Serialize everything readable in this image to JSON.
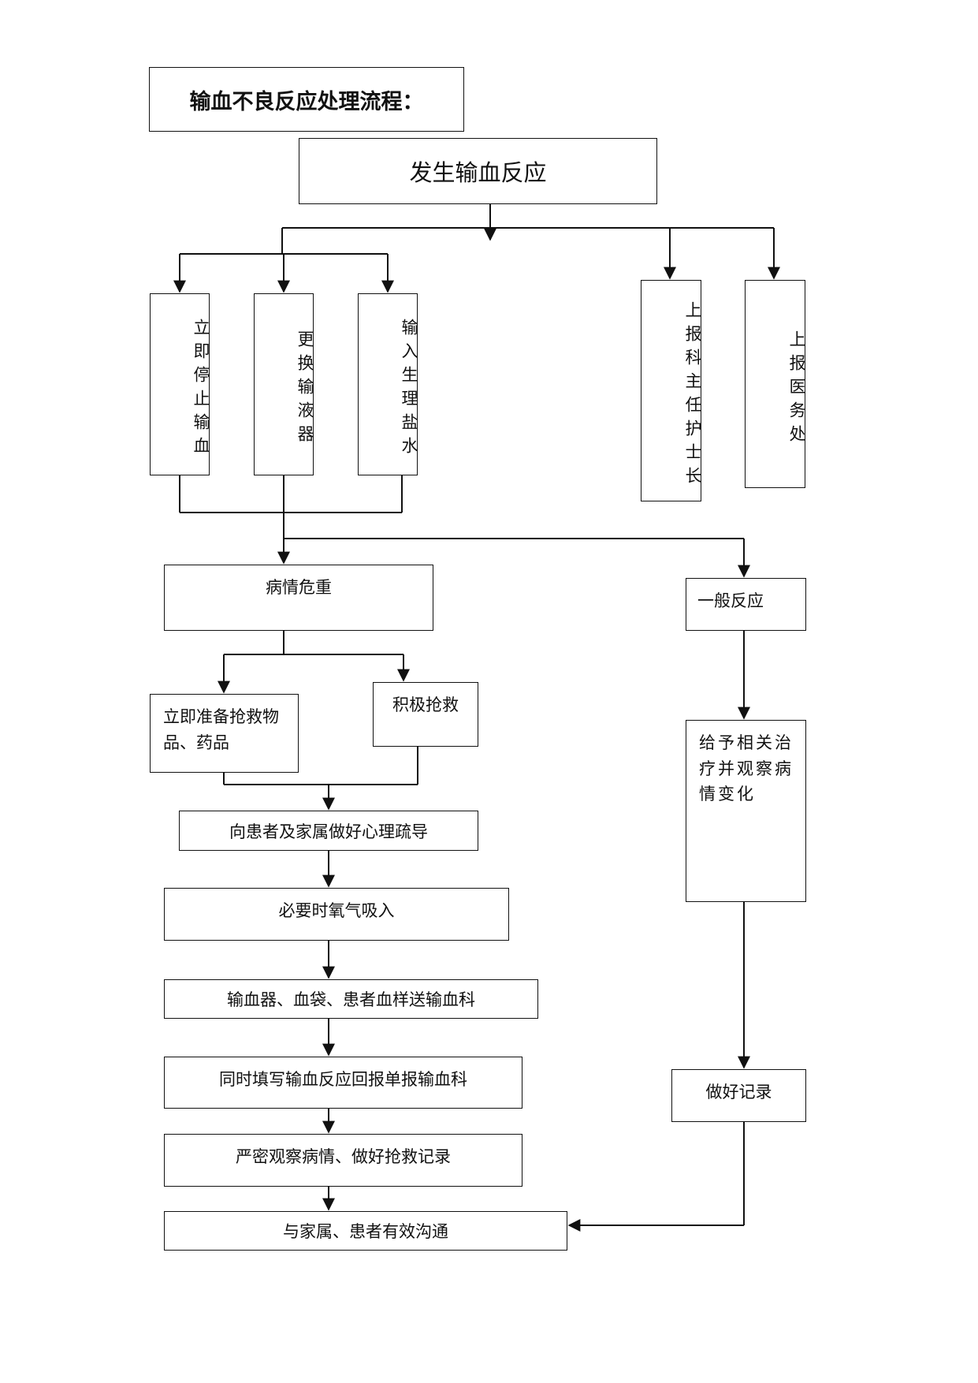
{
  "title": "输血不良反应处理流程：",
  "start": "发生输血反应",
  "immediate_actions": [
    "立即停止输血",
    "更换输液器",
    "输入生理盐水"
  ],
  "reports": [
    "上报科主任护士长",
    "上报医务处"
  ],
  "critical": {
    "label": "病情危重",
    "prepare": "立即准备抢救物品、药品",
    "rescue": "积极抢救",
    "steps": [
      "向患者及家属做好心理疏导",
      "必要时氧气吸入",
      "输血器、血袋、患者血样送输血科",
      "同时填写输血反应回报单报输血科",
      "严密观察病情、做好抢救记录"
    ]
  },
  "general": {
    "label": "一般反应",
    "treat": "给予相关治疗并观察病情变化",
    "record": "做好记录"
  },
  "final": "与家属、患者有效沟通"
}
